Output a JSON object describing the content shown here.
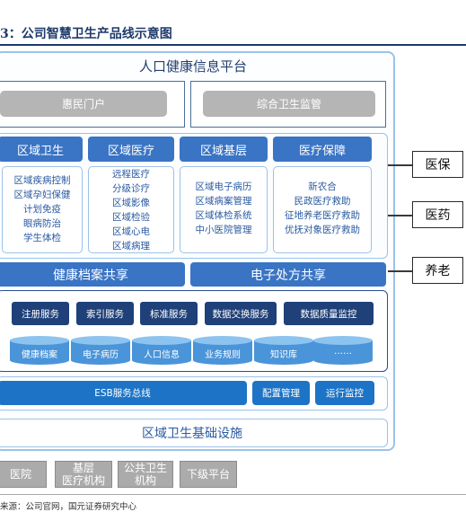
{
  "figure_title": "3：公司智慧卫生产品线示意图",
  "platform_title": "人口健康信息平台",
  "portals": [
    "惠民门户",
    "综合卫生监管"
  ],
  "categories": [
    {
      "title": "区域卫生",
      "items": [
        "区域疾病控制",
        "区域孕妇保健",
        "计划免疫",
        "眼病防治",
        "学生体检"
      ]
    },
    {
      "title": "区域医疗",
      "items": [
        "远程医疗",
        "分级诊疗",
        "区域影像",
        "区域检验",
        "区域心电",
        "区域病理"
      ]
    },
    {
      "title": "区域基层",
      "items": [
        "区域电子病历",
        "区域病案管理",
        "区域体检系统",
        "中小医院管理"
      ]
    },
    {
      "title": "医疗保障",
      "items": [
        "新农合",
        "民政医疗救助",
        "征地养老医疗救助",
        "优抚对象医疗救助"
      ]
    }
  ],
  "share_bars": [
    "健康档案共享",
    "电子处方共享"
  ],
  "services": [
    "注册服务",
    "索引服务",
    "标准服务",
    "数据交换服务",
    "数据质量监控"
  ],
  "databases": [
    "健康档案",
    "电子病历",
    "人口信息",
    "业务规则",
    "知识库",
    "……"
  ],
  "esb": {
    "bus": "ESB服务总线",
    "config": "配置管理",
    "monitor": "运行监控"
  },
  "infrastructure": "区域卫生基础设施",
  "bottom_nodes": [
    "医院",
    "基层\n医疗机构",
    "公共卫生\n机构",
    "下级平台"
  ],
  "side_labels": [
    "医保",
    "医药",
    "养老"
  ],
  "source": "来源：公司官网，国元证券研究中心"
}
